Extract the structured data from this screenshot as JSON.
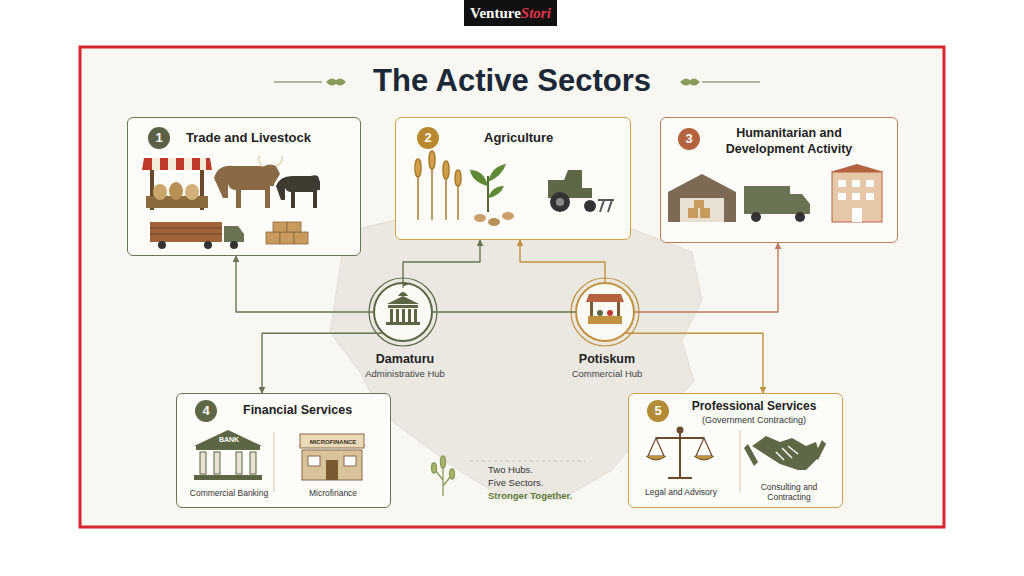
{
  "diagram": {
    "title": "The Active Sectors",
    "nodes": [
      {
        "text": [
          "Trade and Livestock"
        ]
      },
      {
        "text": [
          "1"
        ],
        "in": 0
      },
      {
        "text": [
          "Agriculture"
        ]
      },
      {
        "text": [
          "2"
        ],
        "in": 2
      },
      {
        "text": [
          "Humanitarian and Development Activity"
        ]
      },
      {
        "text": [
          "3"
        ],
        "in": 4
      },
      {
        "text": [
          "Damaturu",
          "Administrative Hub"
        ]
      },
      {
        "text": [
          "Potiskum",
          "Commercial Hub"
        ]
      },
      {
        "text": [
          "Financial Services",
          "BANK",
          "MICROFINANCE",
          "Commercial Banking",
          "Microfinance"
        ]
      },
      {
        "text": [
          "4"
        ],
        "in": 8
      },
      {
        "text": [
          "Professional Services",
          "(Government Contracting)",
          "Legal and Advisory",
          "Consulting and Contracting"
        ]
      },
      {
        "text": [
          "5"
        ],
        "in": 10
      }
    ],
    "edges": [
      {
        "from": 6,
        "to": 0,
        "arrow": "to"
      },
      {
        "from": 6,
        "to": 2,
        "arrow": "to"
      },
      {
        "from": 7,
        "to": 2,
        "arrow": "to"
      },
      {
        "from": 7,
        "to": 4,
        "arrow": "to"
      },
      {
        "from": 6,
        "to": 8,
        "arrow": "to"
      },
      {
        "from": 7,
        "to": 10,
        "arrow": "to"
      },
      {
        "from": 6,
        "to": 7,
        "arrow": "none"
      }
    ],
    "labels": [
      "Venture",
      "Stori",
      "Two Hubs.",
      "Five Sectors.",
      "Stronger Together."
    ]
  }
}
